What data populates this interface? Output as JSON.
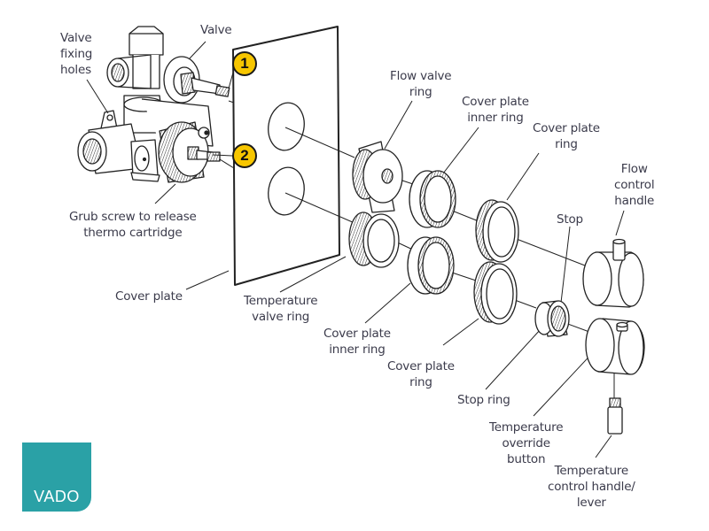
{
  "diagram": {
    "brand": {
      "logo_text": "VADO",
      "color": "#2aa1a6"
    },
    "badge_color": "#f7c600",
    "badges": [
      "1",
      "2"
    ],
    "labels": {
      "valve_fixing_holes": "Valve\nfixing\nholes",
      "valve": "Valve",
      "grub_screw": "Grub screw to release\nthermo cartridge",
      "cover_plate": "Cover plate",
      "flow_valve_ring": "Flow valve\nring",
      "cover_plate_inner_ring_top": "Cover plate\ninner ring",
      "cover_plate_ring_top": "Cover plate\nring",
      "flow_control_handle": "Flow\ncontrol\nhandle",
      "stop": "Stop",
      "temperature_valve_ring": "Temperature\nvalve ring",
      "cover_plate_inner_ring_bottom": "Cover plate\ninner ring",
      "cover_plate_ring_bottom": "Cover plate\nring",
      "stop_ring": "Stop ring",
      "temperature_override_button": "Temperature\noverride\nbutton",
      "temperature_control_handle": "Temperature\ncontrol handle/\nlever"
    }
  }
}
